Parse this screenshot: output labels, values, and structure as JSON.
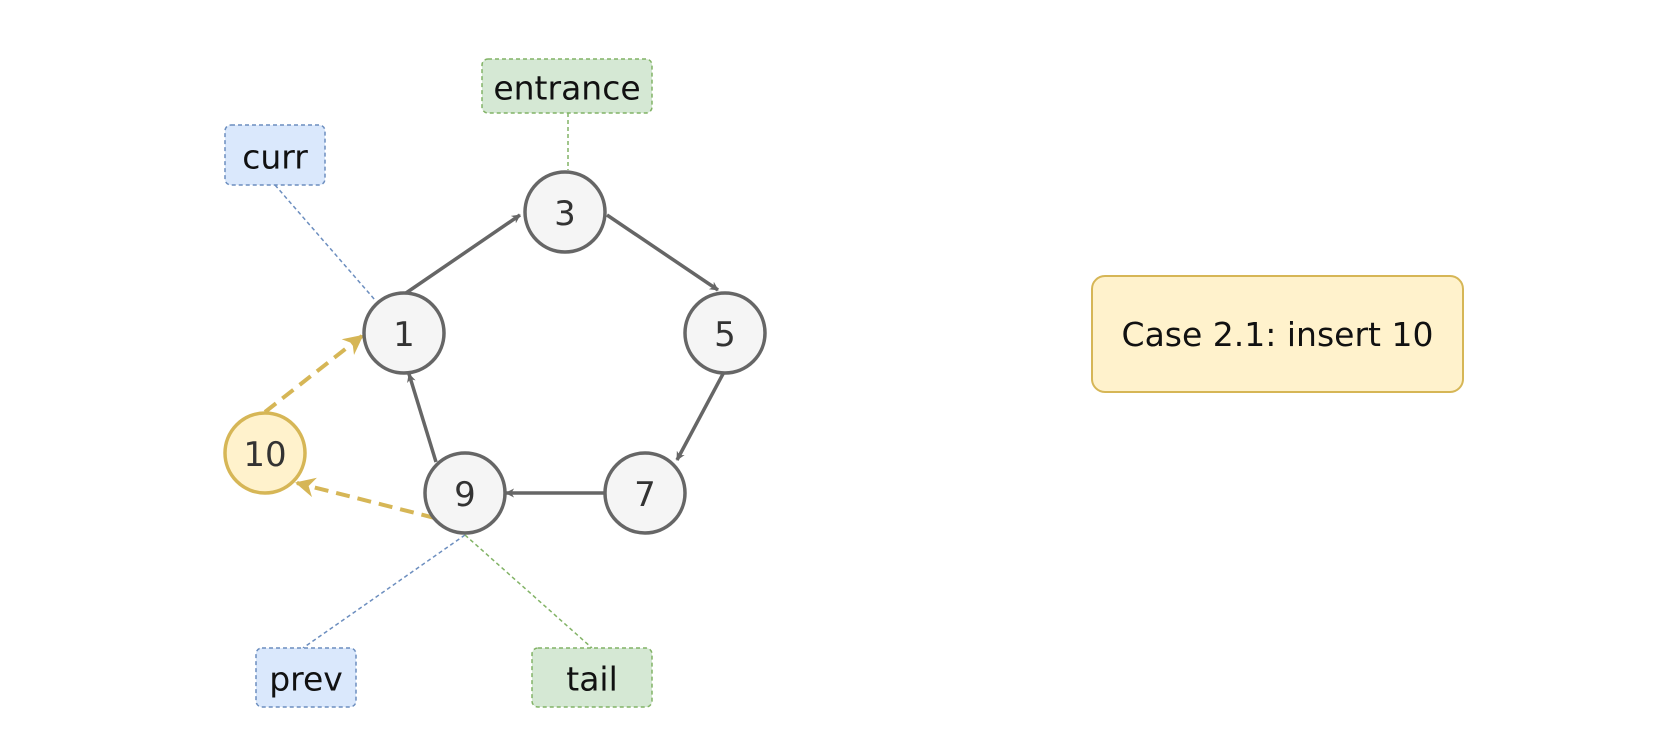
{
  "nodes": {
    "n1": "1",
    "n3": "3",
    "n5": "5",
    "n7": "7",
    "n9": "9",
    "n10": "10"
  },
  "pointers": {
    "entrance": "entrance",
    "curr": "curr",
    "prev": "prev",
    "tail": "tail"
  },
  "case_label": "Case 2.1: insert 10",
  "colors": {
    "node_fill": "#f5f5f5",
    "node_stroke": "#666666",
    "new_node_fill": "#fff2cc",
    "new_node_stroke": "#d6b656",
    "blue_fill": "#dae8fc",
    "blue_stroke": "#6c8ebf",
    "green_fill": "#d5e8d4",
    "green_stroke": "#82b366"
  }
}
